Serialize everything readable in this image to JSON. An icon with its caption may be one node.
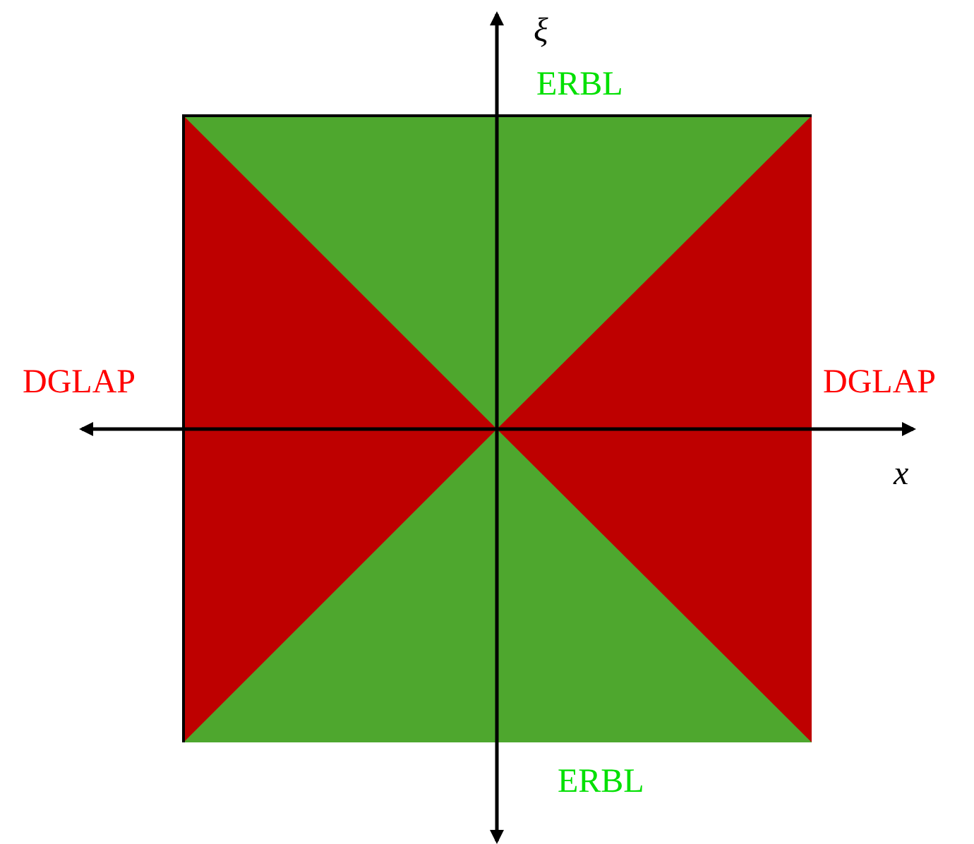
{
  "diagram": {
    "labels": [
      "ξ",
      "ERBL",
      "DGLAP",
      "DGLAP",
      "x",
      "ERBL"
    ]
  }
}
